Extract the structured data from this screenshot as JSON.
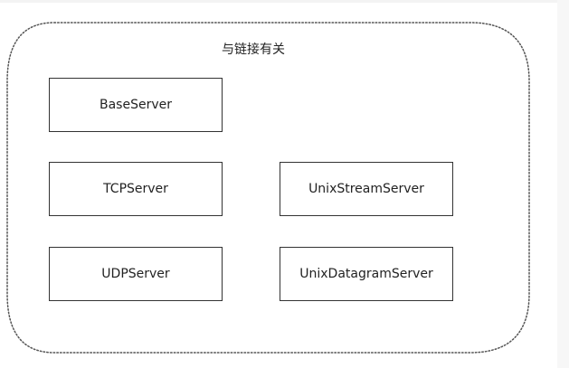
{
  "diagram": {
    "group": {
      "title": "与链接有关"
    },
    "nodes": {
      "base_server": "BaseServer",
      "tcp_server": "TCPServer",
      "udp_server": "UDPServer",
      "unix_stream_server": "UnixStreamServer",
      "unix_datagram_server": "UnixDatagramServer"
    },
    "colors": {
      "outline": "#555555",
      "node_border": "#333333",
      "text": "#222222",
      "background": "#ffffff"
    }
  }
}
